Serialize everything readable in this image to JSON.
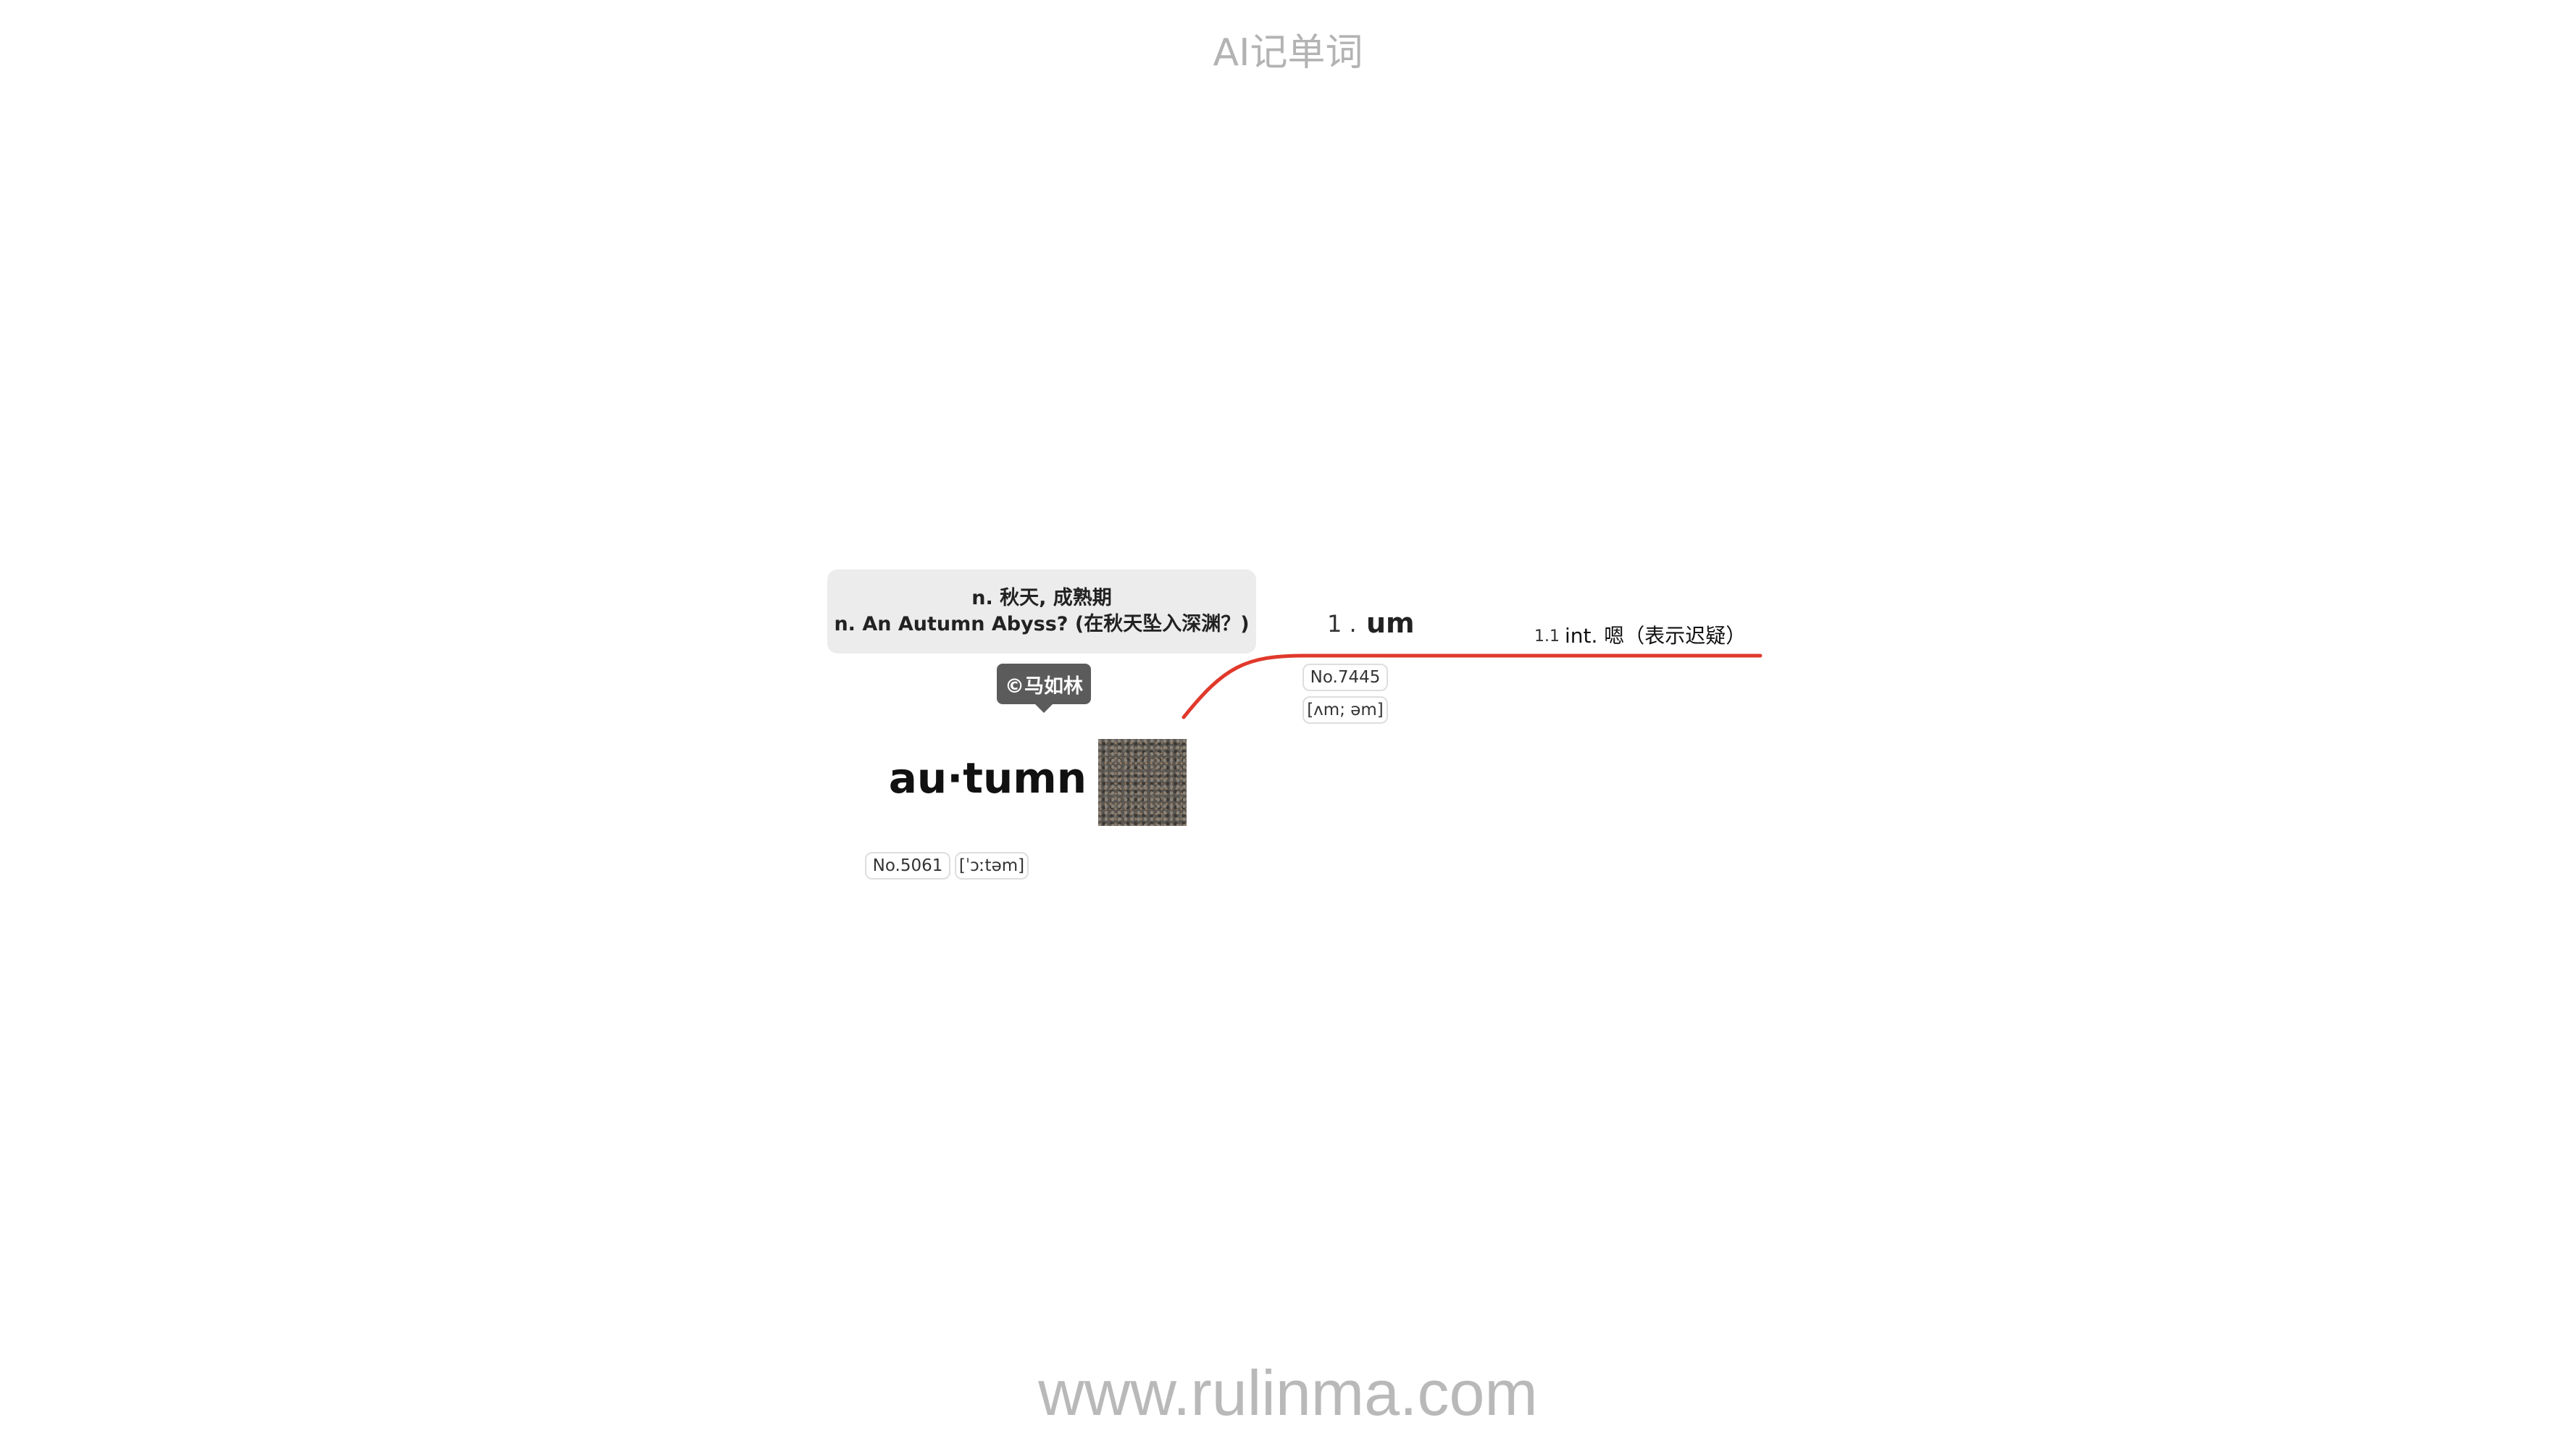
{
  "app_title": "AI记单词",
  "footer_url": "www.rulinma.com",
  "main_word": {
    "headword": "au·tumn",
    "definition_cn": "n. 秋天, 成熟期",
    "definition_mnemonic": "n. An Autumn Abyss? (在秋天坠入深渊？)",
    "author_tag": "©马如林",
    "number": "No.5061",
    "phonetic": "[ˈɔːtəm]"
  },
  "branch": {
    "index": "1 .",
    "word": "um",
    "number": "No.7445",
    "phonetic": "[ʌm; əm]",
    "sense_index": "1.1",
    "sense_text": "int. 嗯（表示迟疑）"
  },
  "colors": {
    "branch_line": "#e0392b",
    "definition_box": "#ececec",
    "author_tag_bg": "#5b5b5b"
  }
}
